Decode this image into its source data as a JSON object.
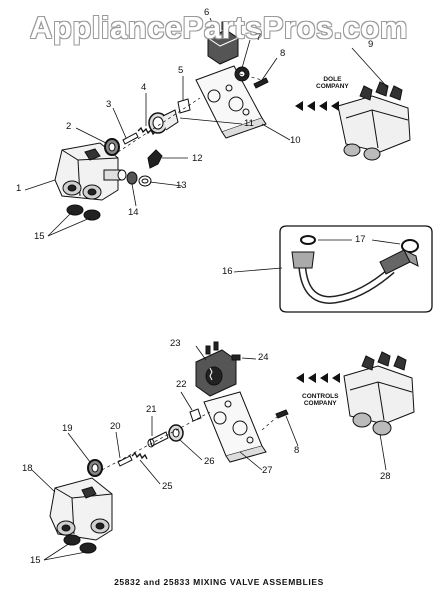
{
  "watermark": "AppliancePartsPros.com",
  "caption": "25832 and 25833 MIXING VALVE ASSEMBLIES",
  "companies": {
    "dole": [
      "DOLE",
      "COMPANY"
    ],
    "controls": [
      "CONTROLS",
      "COMPANY"
    ]
  },
  "callouts": [
    "1",
    "2",
    "3",
    "4",
    "5",
    "6",
    "7",
    "8",
    "9",
    "10",
    "11",
    "12",
    "13",
    "14",
    "15",
    "16",
    "17",
    "18",
    "19",
    "20",
    "21",
    "22",
    "23",
    "24",
    "25",
    "26",
    "27",
    "8",
    "28",
    "15"
  ]
}
